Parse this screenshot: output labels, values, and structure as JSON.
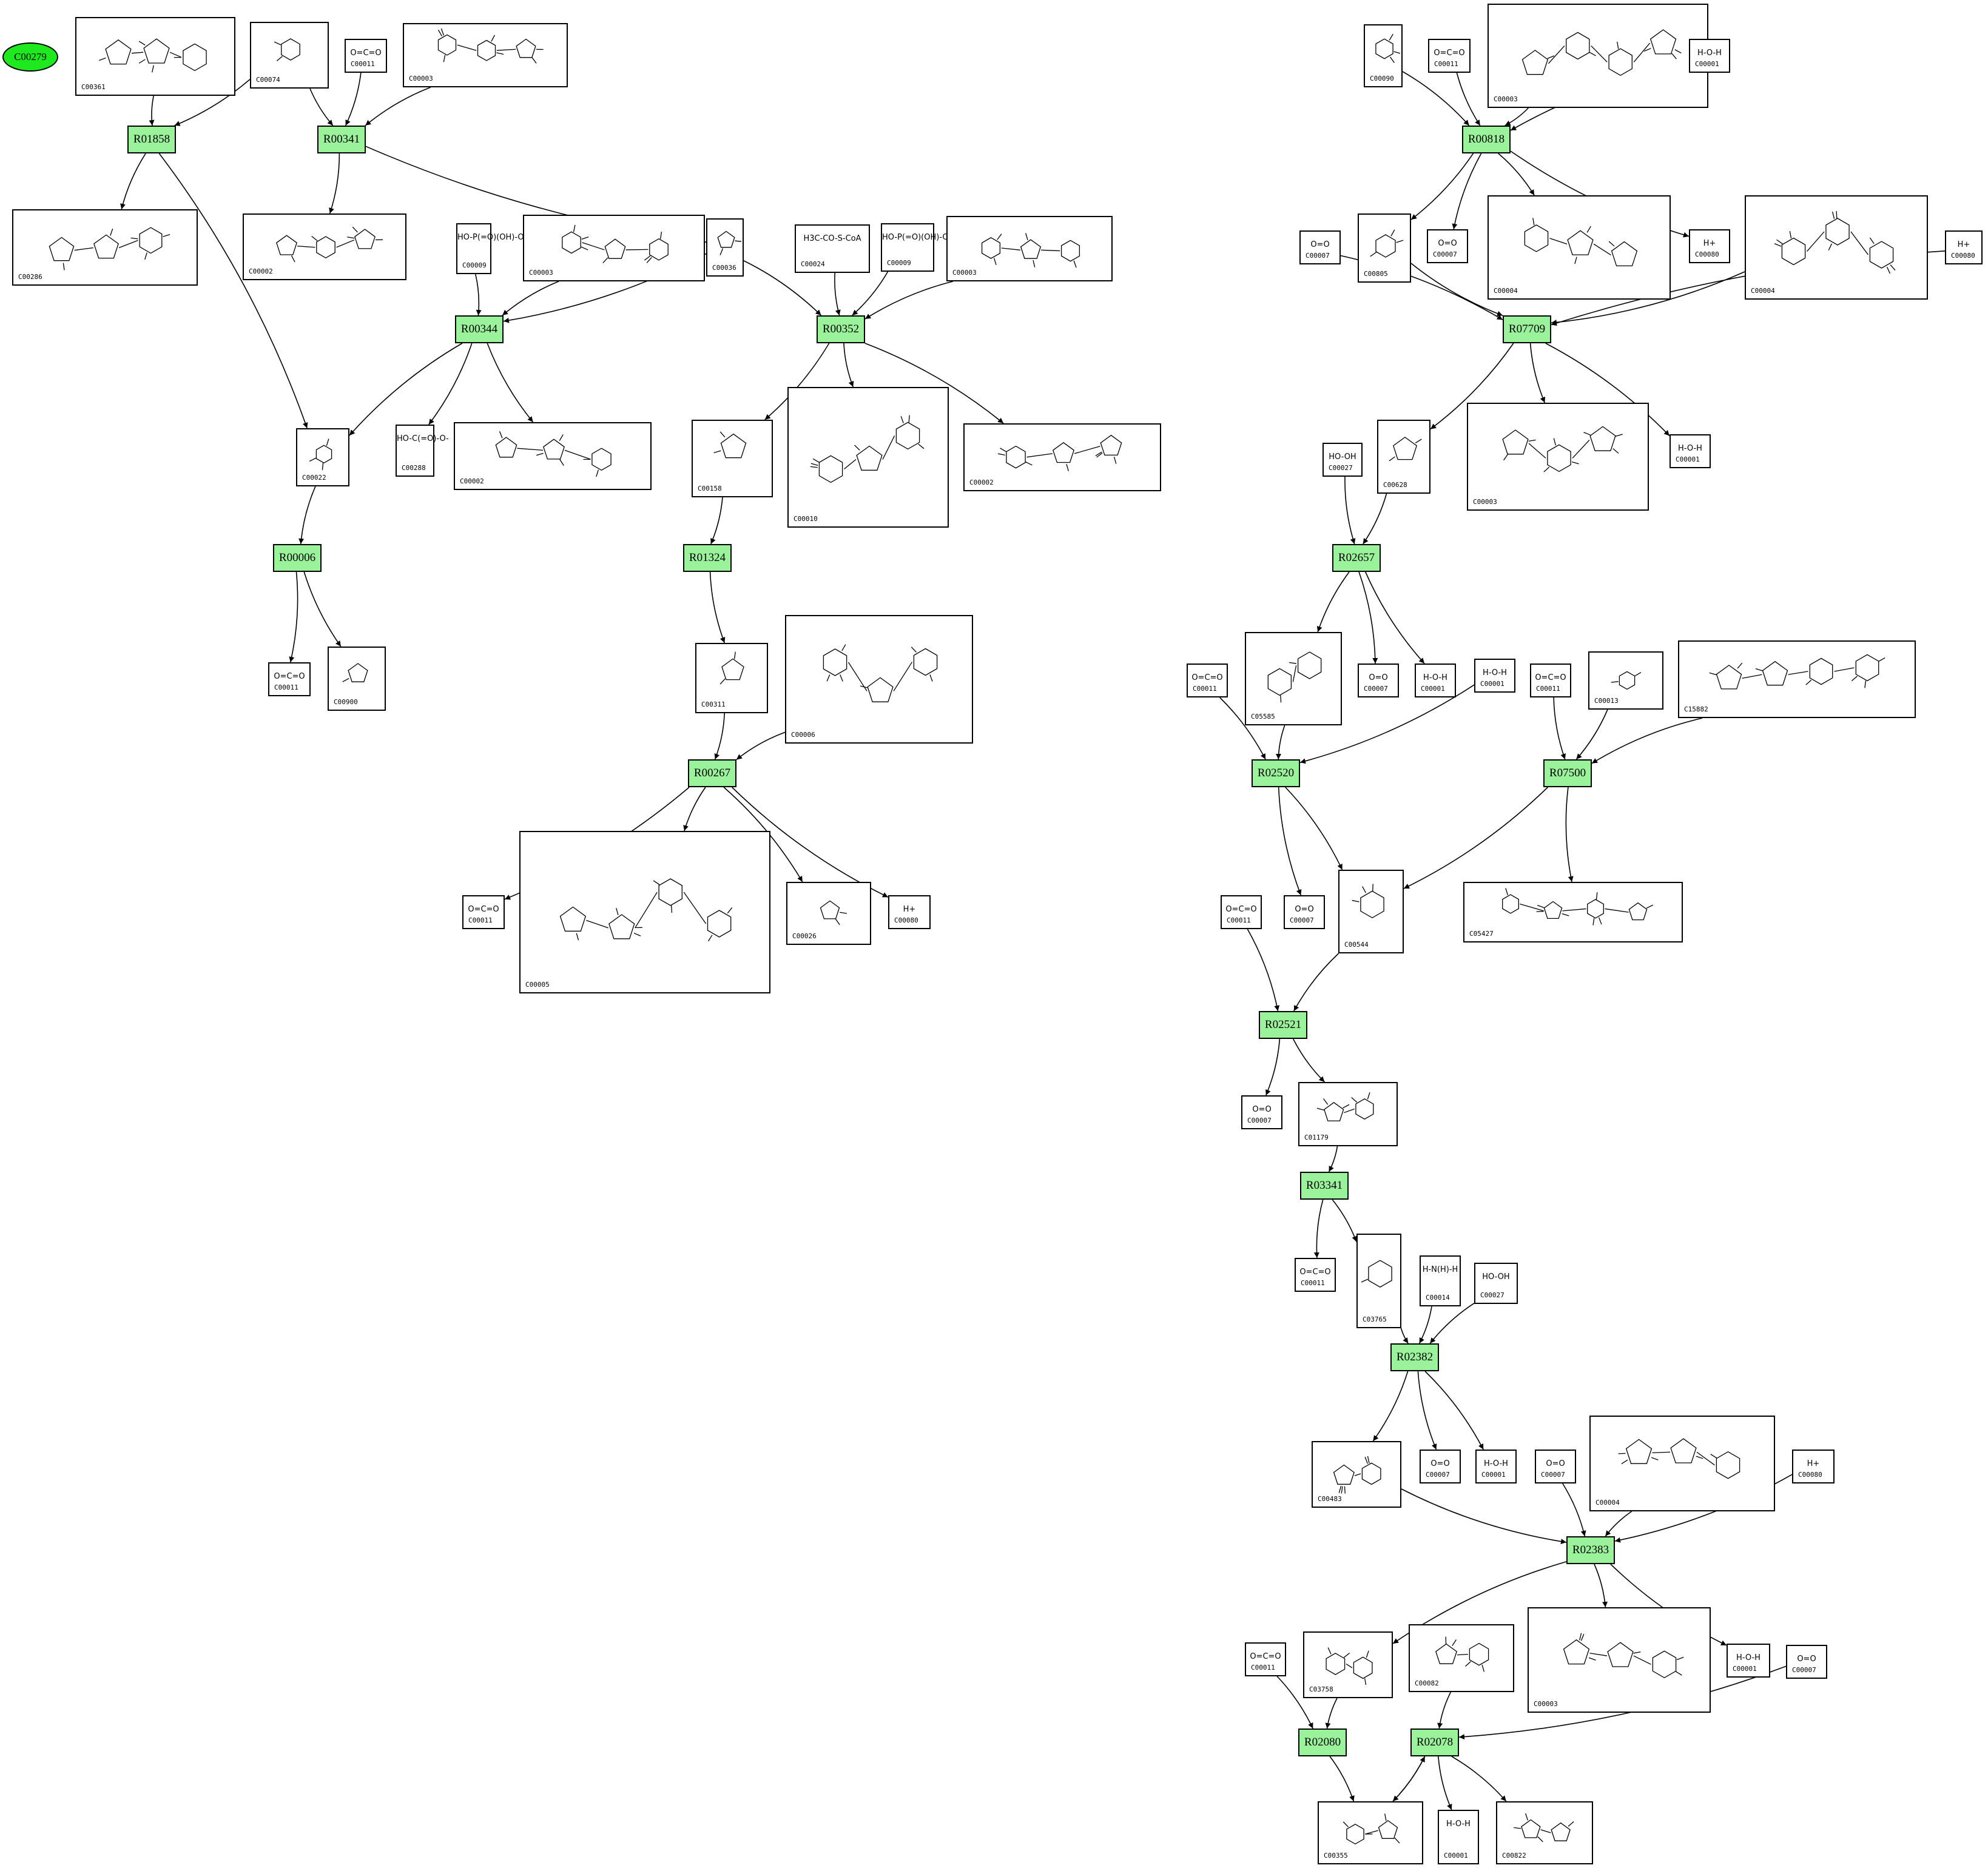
{
  "start_node": "C00279",
  "reactions": [
    "R01858",
    "R00341",
    "R00344",
    "R00352",
    "R00006",
    "R01324",
    "R00267",
    "R00818",
    "R07709",
    "R02657",
    "R02520",
    "R07500",
    "R02521",
    "R03341",
    "R02382",
    "R02383",
    "R02080",
    "R02078"
  ],
  "compounds": [
    {
      "id": "C00361",
      "type": "large"
    },
    {
      "id": "C00074",
      "type": "large"
    },
    {
      "id": "C00011",
      "type": "small",
      "formula": "O=C=O"
    },
    {
      "id": "C00003",
      "type": "large"
    },
    {
      "id": "C00286",
      "type": "large"
    },
    {
      "id": "C00002",
      "type": "large"
    },
    {
      "id": "C00009",
      "type": "small",
      "formula": "HO-P(=O)(OH)-OH"
    },
    {
      "id": "C00003",
      "type": "large"
    },
    {
      "id": "C00036",
      "type": "large"
    },
    {
      "id": "C00024",
      "type": "medium",
      "formula": "H3C-CO-S-CoA"
    },
    {
      "id": "C00009",
      "type": "small",
      "formula": "HO-P(=O)(OH)-OH"
    },
    {
      "id": "C00003",
      "type": "large"
    },
    {
      "id": "C00022",
      "type": "large"
    },
    {
      "id": "C00288",
      "type": "small",
      "formula": "HO-C(=O)-O-"
    },
    {
      "id": "C00002",
      "type": "large"
    },
    {
      "id": "C00158",
      "type": "large"
    },
    {
      "id": "C00010",
      "type": "large"
    },
    {
      "id": "C00002",
      "type": "large"
    },
    {
      "id": "C00011",
      "type": "small",
      "formula": "O=C=O"
    },
    {
      "id": "C00900",
      "type": "large"
    },
    {
      "id": "C00311",
      "type": "large"
    },
    {
      "id": "C00006",
      "type": "large"
    },
    {
      "id": "C00011",
      "type": "small",
      "formula": "O=C=O"
    },
    {
      "id": "C00005",
      "type": "large"
    },
    {
      "id": "C00026",
      "type": "large"
    },
    {
      "id": "C00080",
      "type": "small",
      "formula": "H+"
    },
    {
      "id": "C00090",
      "type": "large"
    },
    {
      "id": "C00011",
      "type": "small",
      "formula": "O=C=O"
    },
    {
      "id": "C00003",
      "type": "large"
    },
    {
      "id": "C00001",
      "type": "small",
      "formula": "H-O-H"
    },
    {
      "id": "C00805",
      "type": "large"
    },
    {
      "id": "C00007",
      "type": "small",
      "formula": "O=O"
    },
    {
      "id": "C00004",
      "type": "large"
    },
    {
      "id": "C00080",
      "type": "small",
      "formula": "H+"
    },
    {
      "id": "C00007",
      "type": "small",
      "formula": "O=O"
    },
    {
      "id": "C00004",
      "type": "large"
    },
    {
      "id": "C00080",
      "type": "small",
      "formula": "H+"
    },
    {
      "id": "C00027",
      "type": "small",
      "formula": "HO-OH"
    },
    {
      "id": "C00628",
      "type": "large"
    },
    {
      "id": "C00003",
      "type": "large"
    },
    {
      "id": "C00001",
      "type": "small",
      "formula": "H-O-H"
    },
    {
      "id": "C05585",
      "type": "large"
    },
    {
      "id": "C00007",
      "type": "small",
      "formula": "O=O"
    },
    {
      "id": "C00001",
      "type": "small",
      "formula": "H-O-H"
    },
    {
      "id": "C00011",
      "type": "small",
      "formula": "O=C=O"
    },
    {
      "id": "C00001",
      "type": "small",
      "formula": "H-O-H"
    },
    {
      "id": "C00011",
      "type": "small",
      "formula": "O=C=O"
    },
    {
      "id": "C00013",
      "type": "large"
    },
    {
      "id": "C15882",
      "type": "large"
    },
    {
      "id": "C00007",
      "type": "small",
      "formula": "O=O"
    },
    {
      "id": "C00544",
      "type": "large"
    },
    {
      "id": "C05427",
      "type": "large"
    },
    {
      "id": "C00011",
      "type": "small",
      "formula": "O=C=O"
    },
    {
      "id": "C00007",
      "type": "small",
      "formula": "O=O"
    },
    {
      "id": "C01179",
      "type": "large"
    },
    {
      "id": "C00011",
      "type": "small",
      "formula": "O=C=O"
    },
    {
      "id": "C03765",
      "type": "large"
    },
    {
      "id": "C00014",
      "type": "small",
      "formula": "H-N(H)-H"
    },
    {
      "id": "C00027",
      "type": "small",
      "formula": "HO-OH"
    },
    {
      "id": "C00483",
      "type": "large"
    },
    {
      "id": "C00007",
      "type": "small",
      "formula": "O=O"
    },
    {
      "id": "C00001",
      "type": "small",
      "formula": "H-O-H"
    },
    {
      "id": "C00007",
      "type": "small",
      "formula": "O=O"
    },
    {
      "id": "C00004",
      "type": "large"
    },
    {
      "id": "C00080",
      "type": "small",
      "formula": "H+"
    },
    {
      "id": "C00011",
      "type": "small",
      "formula": "O=C=O"
    },
    {
      "id": "C03758",
      "type": "large"
    },
    {
      "id": "C00082",
      "type": "large"
    },
    {
      "id": "C00003",
      "type": "large"
    },
    {
      "id": "C00001",
      "type": "small",
      "formula": "H-O-H"
    },
    {
      "id": "C00007",
      "type": "small",
      "formula": "O=O"
    },
    {
      "id": "C00355",
      "type": "large"
    },
    {
      "id": "C00001",
      "type": "small",
      "formula": "H-O-H"
    },
    {
      "id": "C00822",
      "type": "large"
    }
  ],
  "edges": [
    {
      "from": "c0",
      "to": "R01858"
    },
    {
      "from": "c1",
      "to": "R01858"
    },
    {
      "from": "R01858",
      "to": "c4"
    },
    {
      "from": "R01858",
      "to": "c12"
    },
    {
      "from": "c1",
      "to": "R00341"
    },
    {
      "from": "c2",
      "to": "R00341"
    },
    {
      "from": "c3",
      "to": "R00341"
    },
    {
      "from": "R00341",
      "to": "c5"
    },
    {
      "from": "R00341",
      "to": "c8"
    },
    {
      "from": "c6",
      "to": "R00344"
    },
    {
      "from": "c7",
      "to": "R00344"
    },
    {
      "from": "c8",
      "to": "R00344"
    },
    {
      "from": "R00344",
      "to": "c12"
    },
    {
      "from": "R00344",
      "to": "c13"
    },
    {
      "from": "R00344",
      "to": "c14"
    },
    {
      "from": "c8",
      "to": "R00352"
    },
    {
      "from": "c9",
      "to": "R00352"
    },
    {
      "from": "c10",
      "to": "R00352"
    },
    {
      "from": "c11",
      "to": "R00352"
    },
    {
      "from": "R00352",
      "to": "c15"
    },
    {
      "from": "R00352",
      "to": "c16"
    },
    {
      "from": "R00352",
      "to": "c17"
    },
    {
      "from": "c12",
      "to": "R00006"
    },
    {
      "from": "R00006",
      "to": "c18"
    },
    {
      "from": "R00006",
      "to": "c19"
    },
    {
      "from": "c15",
      "to": "R01324"
    },
    {
      "from": "R01324",
      "to": "c20"
    },
    {
      "from": "c20",
      "to": "R00267"
    },
    {
      "from": "c21",
      "to": "R00267"
    },
    {
      "from": "R00267",
      "to": "c22"
    },
    {
      "from": "R00267",
      "to": "c23"
    },
    {
      "from": "R00267",
      "to": "c24"
    },
    {
      "from": "R00267",
      "to": "c25"
    },
    {
      "from": "c26",
      "to": "R00818"
    },
    {
      "from": "c27",
      "to": "R00818"
    },
    {
      "from": "c28",
      "to": "R00818"
    },
    {
      "from": "c29",
      "to": "R00818"
    },
    {
      "from": "R00818",
      "to": "c30"
    },
    {
      "from": "R00818",
      "to": "c31"
    },
    {
      "from": "R00818",
      "to": "c32"
    },
    {
      "from": "R00818",
      "to": "c33"
    },
    {
      "from": "c34",
      "to": "R07709"
    },
    {
      "from": "c30",
      "to": "R07709"
    },
    {
      "from": "c35",
      "to": "R07709"
    },
    {
      "from": "c36",
      "to": "R07709"
    },
    {
      "from": "R07709",
      "to": "c38"
    },
    {
      "from": "R07709",
      "to": "c39"
    },
    {
      "from": "R07709",
      "to": "c40"
    },
    {
      "from": "c37",
      "to": "R02657"
    },
    {
      "from": "c38",
      "to": "R02657"
    },
    {
      "from": "R02657",
      "to": "c41"
    },
    {
      "from": "R02657",
      "to": "c42"
    },
    {
      "from": "R02657",
      "to": "c43"
    },
    {
      "from": "c44",
      "to": "R02520"
    },
    {
      "from": "c41",
      "to": "R02520"
    },
    {
      "from": "c45",
      "to": "R02520"
    },
    {
      "from": "R02520",
      "to": "c49"
    },
    {
      "from": "R02520",
      "to": "c50"
    },
    {
      "from": "c46",
      "to": "R07500"
    },
    {
      "from": "c47",
      "to": "R07500"
    },
    {
      "from": "c48",
      "to": "R07500"
    },
    {
      "from": "R07500",
      "to": "c50"
    },
    {
      "from": "R07500",
      "to": "c51"
    },
    {
      "from": "c52",
      "to": "R02521"
    },
    {
      "from": "c50",
      "to": "R02521"
    },
    {
      "from": "R02521",
      "to": "c53"
    },
    {
      "from": "R02521",
      "to": "c54"
    },
    {
      "from": "c54",
      "to": "R03341"
    },
    {
      "from": "R03341",
      "to": "c55"
    },
    {
      "from": "R03341",
      "to": "c56"
    },
    {
      "from": "c56",
      "to": "R02382"
    },
    {
      "from": "c57",
      "to": "R02382"
    },
    {
      "from": "c58",
      "to": "R02382"
    },
    {
      "from": "R02382",
      "to": "c59"
    },
    {
      "from": "R02382",
      "to": "c60"
    },
    {
      "from": "R02382",
      "to": "c61"
    },
    {
      "from": "c59",
      "to": "R02383"
    },
    {
      "from": "c62",
      "to": "R02383"
    },
    {
      "from": "c63",
      "to": "R02383"
    },
    {
      "from": "c64",
      "to": "R02383"
    },
    {
      "from": "R02383",
      "to": "c66"
    },
    {
      "from": "R02383",
      "to": "c68"
    },
    {
      "from": "R02383",
      "to": "c69"
    },
    {
      "from": "c65",
      "to": "R02080"
    },
    {
      "from": "c66",
      "to": "R02080"
    },
    {
      "from": "R02080",
      "to": "c71"
    },
    {
      "from": "c67",
      "to": "R02078"
    },
    {
      "from": "c70",
      "to": "R02078"
    },
    {
      "from": "c71",
      "to": "R02078"
    },
    {
      "from": "R02078",
      "to": "c71"
    },
    {
      "from": "R02078",
      "to": "c72"
    },
    {
      "from": "R02078",
      "to": "c73"
    }
  ]
}
